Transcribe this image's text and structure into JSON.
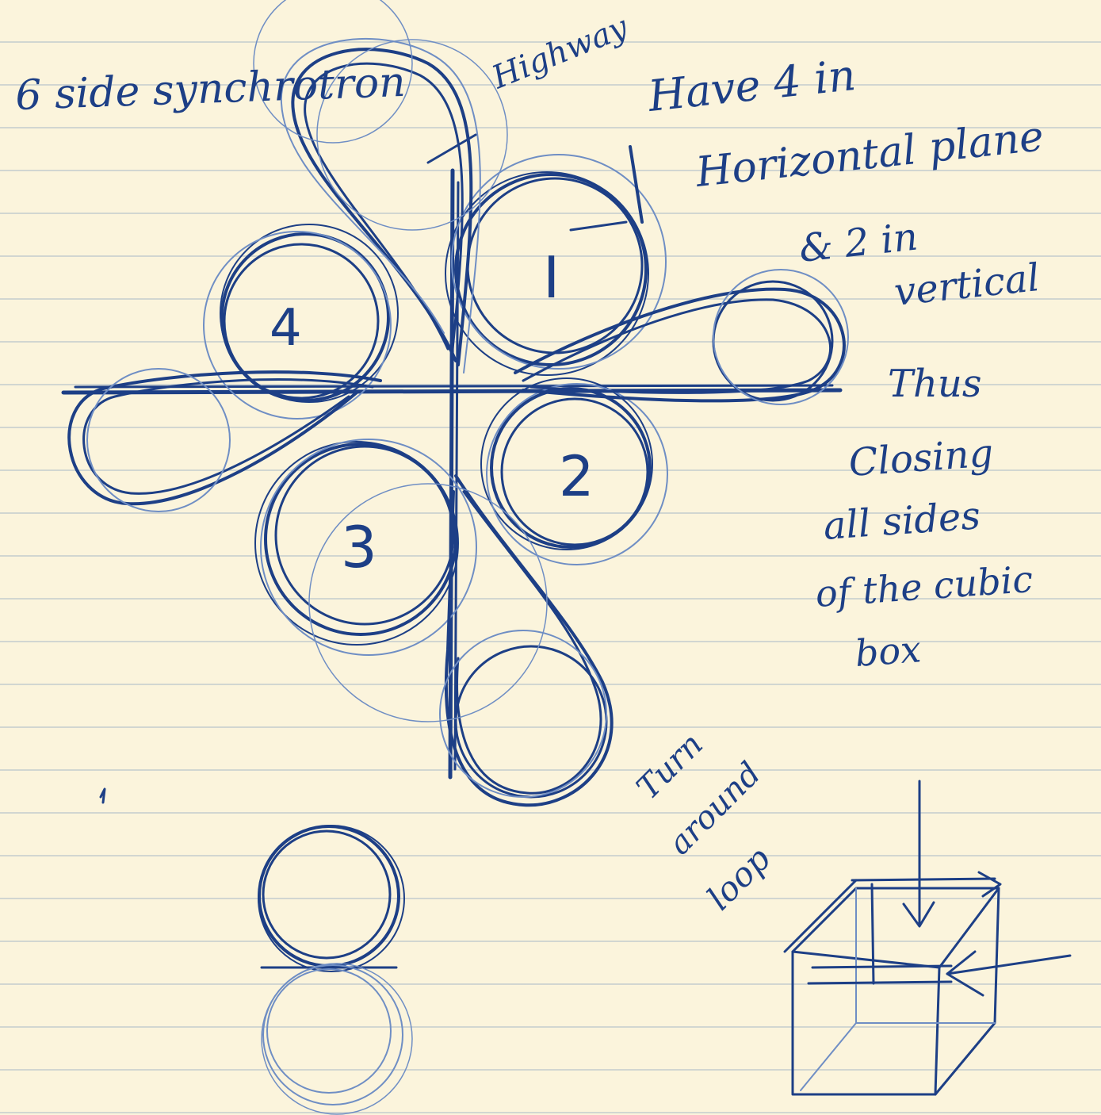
{
  "notes": {
    "top_left": "6 side synchrotron",
    "top_highway": "Highway",
    "have_line1": "Have 4 in",
    "have_line2": "Horizontal plane",
    "have_line3": "& 2 in",
    "have_line4": "vertical",
    "thus_line1": "Thus",
    "thus_line2": "Closing",
    "thus_line3": "all sides",
    "thus_line4": "of the cubic",
    "thus_line5": "box",
    "turn_line1": "Turn",
    "turn_line2": "around",
    "turn_line3": "loop"
  },
  "loop_labels": {
    "loop_1": "I",
    "loop_2": "2",
    "loop_3": "3",
    "loop_4": "4"
  },
  "colors": {
    "ink": "#1d3f86",
    "ink_light": "#6f8ec4",
    "paper": "#fbf4dc",
    "rule_line": "#afbec8"
  }
}
